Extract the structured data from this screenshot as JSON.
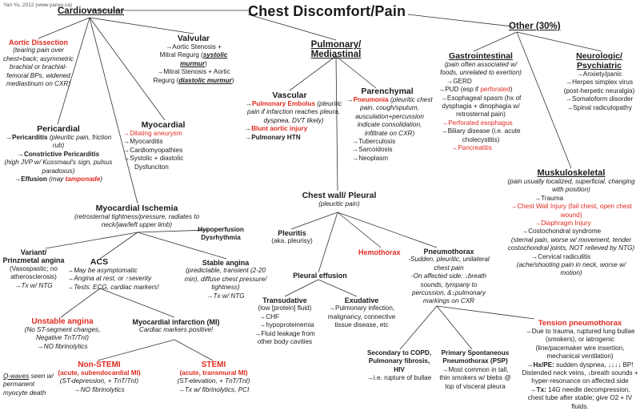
{
  "credit": "Yan Yu, 2012 (www.yanyu.ca)",
  "title": "Chest Discomfort/Pain",
  "cardio": {
    "heading": "Cardiovascular",
    "aortic_title": "Aortic Dissection",
    "aortic_desc": "(tearing pain over chest+back; asymmetric brachial or brachial-femoral BPs, widened mediastinum on CXR)",
    "valvular_title": "Valvular",
    "valvular_1a": "→Aortic Stenosis +",
    "valvular_1b": "Mitral Regurg (",
    "valvular_1c": "systolic murmur",
    "valvular_1d": ")",
    "valvular_2a": "→Mitral Stenosis + Aortic",
    "valvular_2b": "Regurg (",
    "valvular_2c": "diastolic murmur",
    "valvular_2d": ")",
    "pericardial_title": "Pericardial",
    "peri_1a": "→",
    "peri_1b": "Pericarditis",
    "peri_1c": " (pleuritic pain, friction rub)",
    "peri_2a": "→",
    "peri_2b": "Constrictive Pericarditis",
    "peri_2c": "(high JVP w/ Kussmaul's sign, pulsus paradoxus)",
    "peri_3a": "→",
    "peri_3b": "Effusion",
    "peri_3c": " (may ",
    "peri_3d": "tamponade",
    "peri_3e": ")",
    "myocardial_title": "Myocardial",
    "myo_1": "→Dilating aneurysm",
    "myo_2": "→Myocarditis",
    "myo_3": "→Cardiomyopathies",
    "myo_4": "→Systolic + diastolic",
    "myo_5": "Dysfunciton",
    "ischemia_title": "Myocardial Ischemia",
    "ischemia_desc": "(retrosternal tightness/pressure, radiates to neck/jaw/left upper limb)",
    "hypoperfusion": "Hypoperfusion",
    "dysrhythmia": "Dysrhythmia",
    "variant_title": "Variant/ Prinzmetal angina",
    "variant_desc": "(Vasospastic; no atherosclerosis)",
    "variant_tx": "→Tx w/ NTG",
    "acs_title": "ACS",
    "acs_1": "→May be asymptomatic",
    "acs_2": "→Angina at rest, or ↑severity",
    "acs_3": "→Tests: ECG, cardiac markers!",
    "stable_title": "Stable angina",
    "stable_desc": "(predictable, transient (2-20 min), diffuse chest pressure/ tightness)",
    "stable_tx": "→Tx w/ NTG",
    "unstable_title": "Unstable angina",
    "unstable_desc": "(No ST-segment changes, Negative TnT/TnI)",
    "unstable_tx": "→NO fibrinolytics",
    "mi_title": "Myocardial infarction (MI)",
    "mi_desc": "Cardiac markers positive!",
    "nstemi_title": "Non-STEMI",
    "nstemi_sub": "(acute, subendocardial MI)",
    "nstemi_desc": "(ST-depression, + TnT/TnI)",
    "nstemi_tx": "→NO fibrinolytics",
    "stemi_title": "STEMI",
    "stemi_sub": "(acute, transmural MI)",
    "stemi_desc": "(ST-elevation, + TnT/TnI)",
    "stemi_tx": "→Tx w/ fibrinolytics, PCI",
    "qwaves_a": "Q-waves",
    "qwaves_b": " seen w/ permanent myocyte death"
  },
  "pulm": {
    "heading": "Pulmonary/ Mediastinal",
    "vascular_title": "Vascular",
    "vasc_1a": "→",
    "vasc_1b": "Pulmonary Embolus",
    "vasc_1c": " (pleuritic pain if infarction reaches pleura, dyspnea, DVT likely)",
    "vasc_2a": "→",
    "vasc_2b": "Blunt aortic injury",
    "vasc_3": "→Pulmonary HTN",
    "parenchymal_title": "Parenchymal",
    "par_1a": "→",
    "par_1b": "Pneumonia",
    "par_1c": " (pleuritic chest pain, cough/sputum, ausculation+percussion indicate consolidation, infiltrate on CXR)",
    "par_2": "→Tuberculosis",
    "par_3": "→Sarcoidosis",
    "par_4": "→Neoplasm"
  },
  "chestwall": {
    "heading": "Chest wall/ Pleural",
    "sub": "(pleuritic pain)",
    "pleuritis_title": "Pleuritis",
    "pleuritis_sub": "(aka. pleurisy)",
    "hemothorax": "Hemothorax",
    "effusion_title": "Pleural effusion",
    "transudative_title": "Transudative",
    "trans_sub": "(low [protein] fluid)",
    "trans_1": "→CHF",
    "trans_2": "→hypoproteinemia",
    "trans_3": "→Fluid leakage from other body cavities",
    "exudative_title": "Exudative",
    "exud_desc": "→Pulmonary infection, malignancy, connective tissue disease, etc",
    "pneumothorax_title": "Pneumothorax",
    "pneumo_desc1": "-Sudden, pleuritic, unilateral chest pain",
    "pneumo_desc2": "-On affected side: ↓breath sounds, tympany to percussion, &↓pulmonary markings on CXR",
    "secondary_title": "Secondary to COPD, Pulmonary fibrosis, HIV",
    "secondary_desc": "→i.e. rupture of bullae",
    "psp_title": "Primary Spontaneous Pneumothorax (PSP)",
    "psp_desc": "→Most common in tall, thin smokers w/ blebs @ top of visceral pleura",
    "tension_title": "Tension pneumothorax",
    "tension_1": "→Due to trauma, ruptured lung bullae (smokers), or iatrogenic (line/pacemaker wire insertion, mechanical ventilation)",
    "tension_2a": "→",
    "tension_2b": "Hx/PE:",
    "tension_2c": " sudden dyspnea, ↓↓↓↓ BP! Distended neck veins, ↓breath sounds + hyper-resonance on affected side",
    "tension_3a": "→",
    "tension_3b": "Tx:",
    "tension_3c": " 14G needle decompression, chest tube after stable; give O2 + IV fluids."
  },
  "other": {
    "heading": "Other (30%)",
    "gi_title": "Gastrointestinal",
    "gi_desc": "(pain often associated w/ foods, unrelated to exertion)",
    "gi_1": "→GERD",
    "gi_2a": "→PUD (esp if ",
    "gi_2b": "perforated",
    "gi_2c": ")",
    "gi_3": "→Esophageal spasm (hx of dysphagia + dinophagia w/ retrosternal pain)",
    "gi_4": "→Perforated esophagus",
    "gi_5": "→Biliary disease (i.e. acute cholecystitis)",
    "gi_6": "→Pancreatitis",
    "neuro_title": "Neurologic/ Psychiatric",
    "neuro_1": "→Anxiety/panic",
    "neuro_2": "→Herpes simplex virus (post-herpetic neuralgia)",
    "neuro_3": "→Somatoform disorder",
    "neuro_4": "→Spinal radiculopathy",
    "msk_title": "Muskuloskeletal",
    "msk_desc": "(pain usually localized, superficial, changing with position)",
    "msk_1": "→Trauma",
    "msk_2": "→Chest Wall Injury (fail chest, open chest wound)",
    "msk_3": "→Diaphragm Injury",
    "msk_4": "→Costochondral syndrome",
    "msk_4d": "(sternal pain, worse w/ movement, tender costochondral joints, NOT relieved by NTG)",
    "msk_5": "→Cervical radiculitis",
    "msk_5d": "(ache/shooting pain in neck, worse w/ motion)"
  }
}
